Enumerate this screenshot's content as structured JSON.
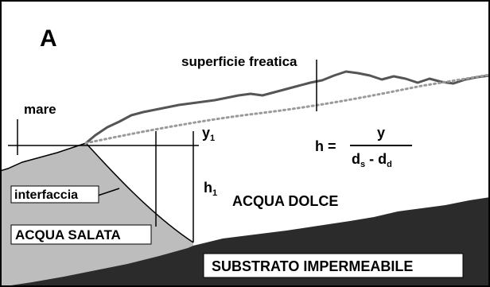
{
  "figure": {
    "panel_letter": "A",
    "labels": {
      "superficie_freatica": "superficie freatica",
      "mare": "mare",
      "interfaccia": "interfaccia",
      "acqua_salata": "ACQUA SALATA",
      "acqua_dolce": "ACQUA DOLCE",
      "substrato": "SUBSTRATO IMPERMEABILE"
    },
    "symbols": {
      "y1_base": "y",
      "y1_sub": "1",
      "h1_base": "h",
      "h1_sub": "1"
    },
    "formula": {
      "lhs": "h =",
      "numerator": "y",
      "den_ds_base": "d",
      "den_ds_sub": "s",
      "den_minus": " - ",
      "den_dd_base": "d",
      "den_dd_sub": "d"
    },
    "colors": {
      "saltwater_fill": "#bdbdbd",
      "substrate_fill": "#2b2b2b",
      "line": "#000000",
      "water_table_line": "#555555",
      "dotted_line": "#9a9a9a"
    }
  }
}
